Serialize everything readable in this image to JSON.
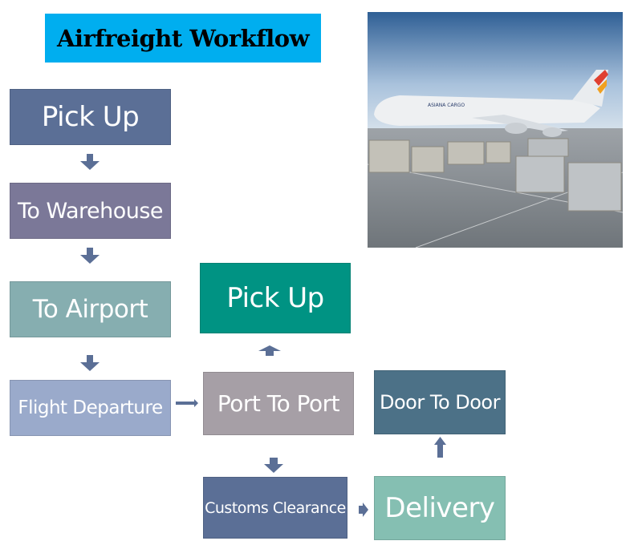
{
  "title": "Airfreight Workflow",
  "colors": {
    "title_bg": "#00aeef",
    "arrow": "#5b6f96"
  },
  "nodes": {
    "pick_up": {
      "label": "Pick Up",
      "color": "#5b6f96"
    },
    "to_warehouse": {
      "label": "To Warehouse",
      "color": "#7b7898"
    },
    "to_airport": {
      "label": "To Airport",
      "color": "#86aeb0"
    },
    "flight_departure": {
      "label": "Flight Departure",
      "color": "#9aaacb"
    },
    "pick_up_2": {
      "label": "Pick Up",
      "color": "#009383"
    },
    "port_to_port": {
      "label": "Port To Port",
      "color": "#a69fa6"
    },
    "door_to_door": {
      "label": "Door To Door",
      "color": "#4c7187"
    },
    "customs_clearance": {
      "label": "Customs Clearance",
      "color": "#5b6f96"
    },
    "delivery": {
      "label": "Delivery",
      "color": "#85bfb2"
    }
  },
  "edges": [
    [
      "Pick Up",
      "To Warehouse"
    ],
    [
      "To Warehouse",
      "To Airport"
    ],
    [
      "To Airport",
      "Flight Departure"
    ],
    [
      "Flight Departure",
      "Port To Port"
    ],
    [
      "Port To Port",
      "Pick Up"
    ],
    [
      "Port To Port",
      "Customs Clearance"
    ],
    [
      "Customs Clearance",
      "Delivery"
    ],
    [
      "Delivery",
      "Door To Door"
    ]
  ],
  "photo": {
    "livery_text": "ASIANA CARGO"
  }
}
